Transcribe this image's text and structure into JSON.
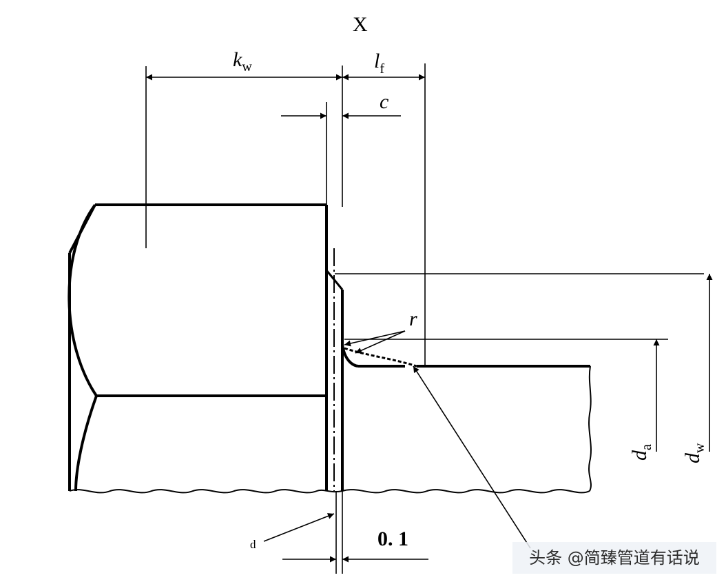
{
  "view_label": "X",
  "labels": {
    "kw": {
      "base": "k",
      "sub": "w"
    },
    "lf": {
      "base": "l",
      "sub": "f"
    },
    "c": "c",
    "r": "r",
    "d": "d",
    "da": {
      "base": "d",
      "sub": "a"
    },
    "dw": {
      "base": "d",
      "sub": "w"
    },
    "dim_0_1": "0. 1"
  },
  "watermark": "头条 @简臻管道有话说"
}
